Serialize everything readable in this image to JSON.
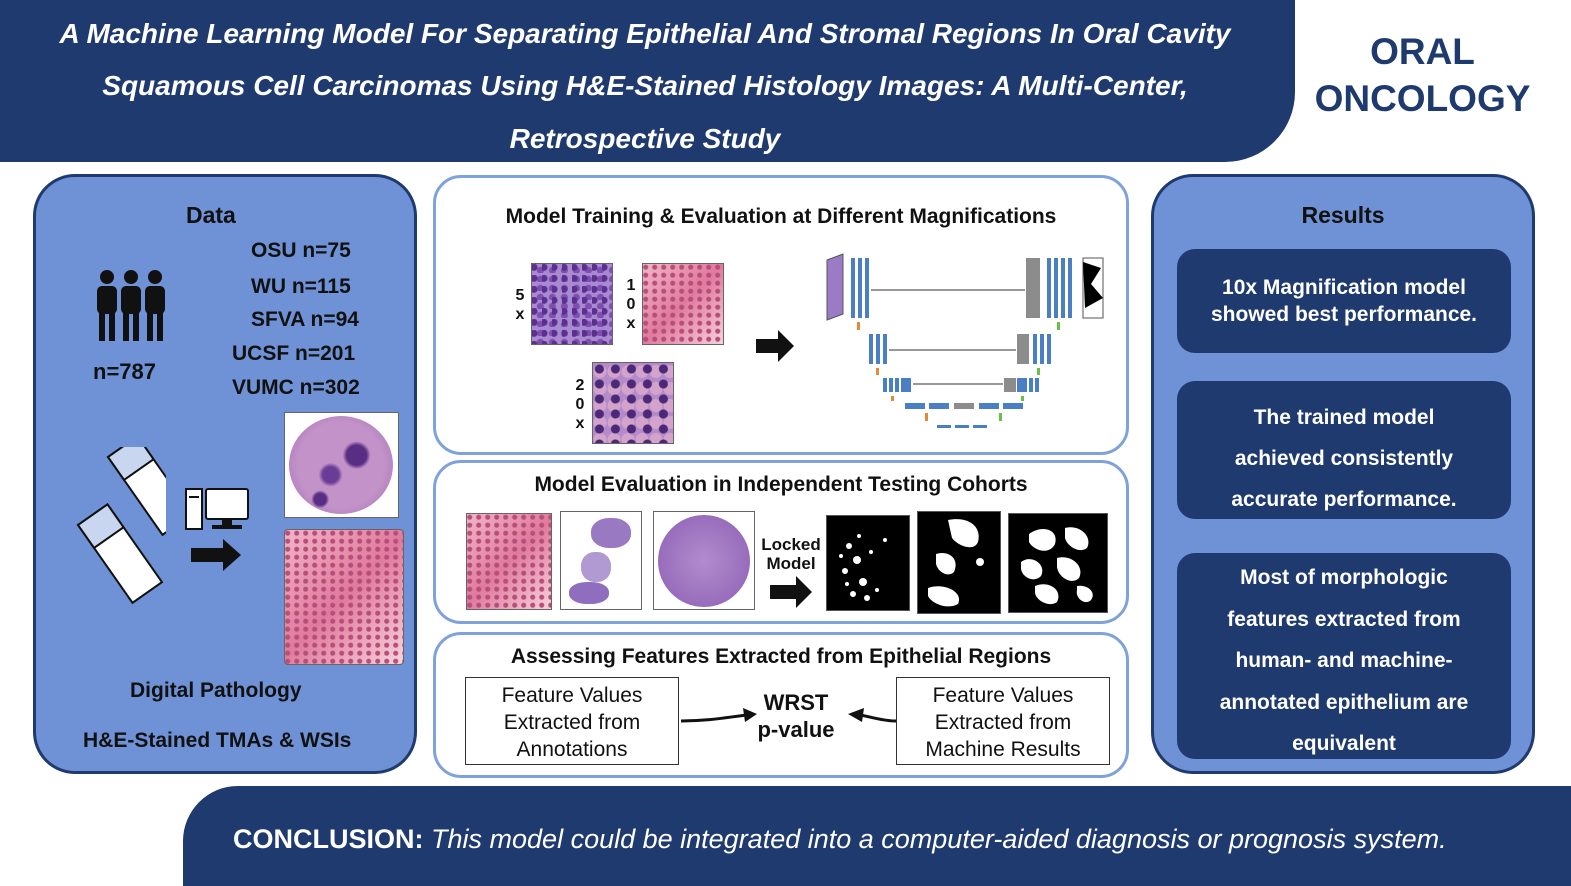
{
  "header": {
    "title_lines": [
      "A Machine Learning Model For Separating Epithelial And Stromal Regions In Oral Cavity",
      "Squamous Cell Carcinomas Using H&E-Stained Histology Images: A Multi-Center,",
      "Retrospective Study"
    ],
    "journal_lines": [
      "ORAL",
      "ONCOLOGY"
    ]
  },
  "data_panel": {
    "title": "Data",
    "cohorts": [
      "OSU n=75",
      "WU n=115",
      "SFVA n=94",
      "UCSF n=201",
      "VUMC n=302"
    ],
    "total": "n=787",
    "caption_lines": [
      "Digital Pathology",
      "H&E-Stained TMAs & WSIs"
    ]
  },
  "training": {
    "title": "Model Training & Evaluation at Different Magnifications",
    "mag_labels": [
      "5\nx",
      "1\n0\nx",
      "2\n0\nx"
    ]
  },
  "evaluation": {
    "title": "Model Evaluation in Independent Testing Cohorts",
    "locked_lines": [
      "Locked",
      "Model"
    ]
  },
  "features": {
    "title": "Assessing Features Extracted from Epithelial Regions",
    "left_lines": [
      "Feature Values",
      "Extracted from",
      "Annotations"
    ],
    "center_lines": [
      "WRST",
      "p-value"
    ],
    "right_lines": [
      "Feature Values",
      "Extracted from",
      "Machine Results"
    ]
  },
  "results": {
    "title": "Results",
    "items": [
      [
        "10x Magnification model",
        "showed best performance."
      ],
      [
        "The trained model",
        "achieved  consistently",
        "accurate performance."
      ],
      [
        "Most of morphologic",
        "features extracted from",
        "human- and machine-",
        "annotated epithelium are",
        "equivalent"
      ]
    ]
  },
  "footer": {
    "label": "CONCLUSION:",
    "text": "This model could be integrated into a computer-aided diagnosis or prognosis system."
  },
  "colors": {
    "navy": "#1f3a6e",
    "panel_blue": "#6f92d6",
    "box_border": "#7fa2db"
  }
}
